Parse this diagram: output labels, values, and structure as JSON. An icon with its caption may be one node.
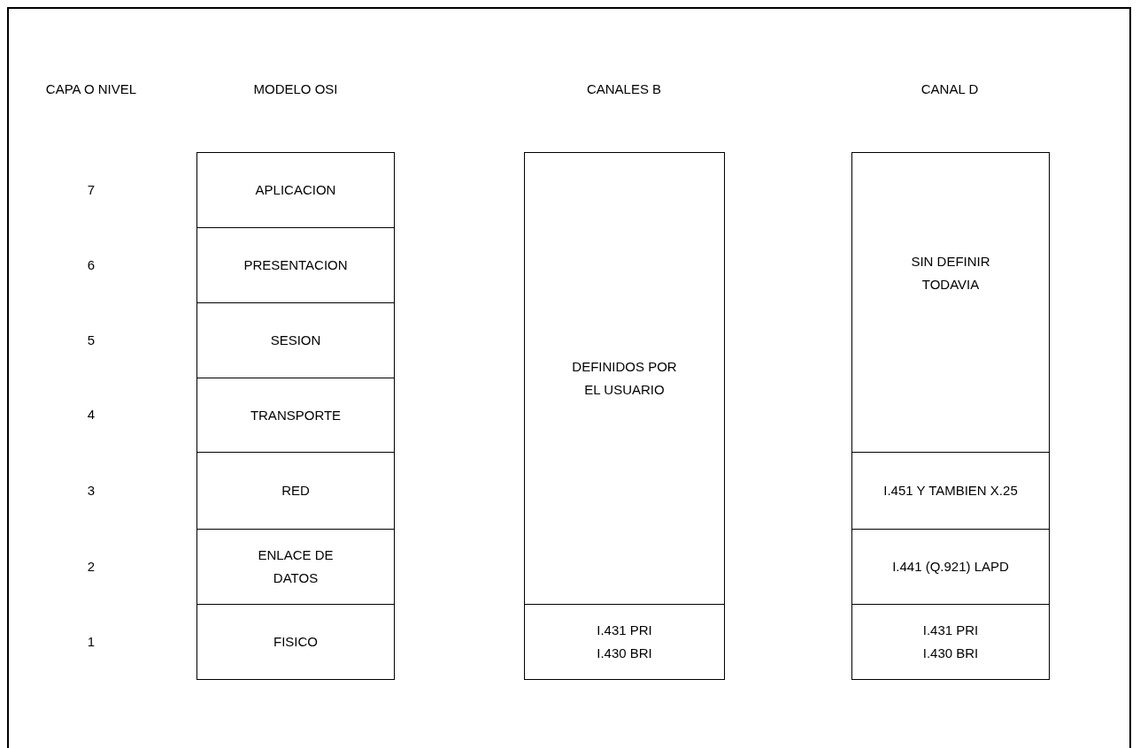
{
  "diagram": {
    "nodes": [
      {
        "text": [
          "APLICACION"
        ]
      },
      {
        "text": [
          "PRESENTACION"
        ]
      },
      {
        "text": [
          "SESION"
        ]
      },
      {
        "text": [
          "TRANSPORTE"
        ]
      },
      {
        "text": [
          "RED"
        ]
      },
      {
        "text": [
          "ENLACE DE DATOS"
        ]
      },
      {
        "text": [
          "FISICO"
        ]
      },
      {
        "text": [
          "DEFINIDOS POR EL USUARIO"
        ]
      },
      {
        "text": [
          "I.431 PRI",
          "I.430 BRI"
        ]
      },
      {
        "text": [
          "SIN DEFINIR TODAVIA"
        ]
      },
      {
        "text": [
          "I.451 Y TAMBIEN X.25"
        ]
      },
      {
        "text": [
          "I.441 (Q.921) LAPD"
        ]
      },
      {
        "text": [
          "I.431 PRI",
          "I.430 BRI"
        ]
      }
    ],
    "edges": [],
    "labels": [
      "CAPA O NIVEL",
      "MODELO OSI",
      "CANALES B",
      "CANAL D",
      "7",
      "6",
      "5",
      "4",
      "3",
      "2",
      "1"
    ]
  }
}
